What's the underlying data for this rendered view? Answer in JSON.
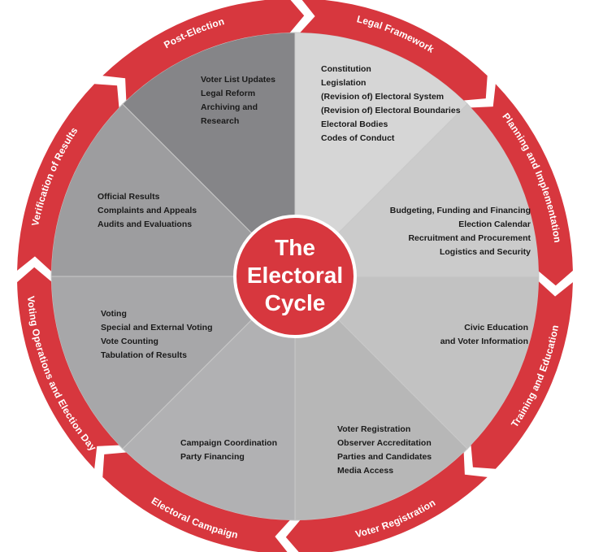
{
  "center": {
    "title_lines": [
      "The",
      "Electoral",
      "Cycle"
    ]
  },
  "colors": {
    "ring": "#d7373e",
    "center_fill": "#d7373e",
    "center_stroke": "#ffffff",
    "divider": "#c9c9c9"
  },
  "stages": [
    {
      "id": "legal-framework",
      "name": "Legal Framework",
      "fill": "#d6d6d6",
      "items": [
        "Constitution",
        "Legislation",
        "(Revision of) Electoral System",
        "(Revision of) Electoral Boundaries",
        "Electoral Bodies",
        "Codes of Conduct"
      ]
    },
    {
      "id": "planning-and-implementation",
      "name": "Planning and Implementation",
      "fill": "#cbcbcb",
      "items": [
        "Budgeting, Funding and Financing",
        "Election Calendar",
        "Recruitment and Procurement",
        "Logistics and Security"
      ]
    },
    {
      "id": "training-and-education",
      "name": "Training and Education",
      "fill": "#c2c2c2",
      "items": [
        "Civic Education",
        "and Voter Information"
      ]
    },
    {
      "id": "voter-registration",
      "name": "Voter Registration",
      "fill": "#b7b7b7",
      "items": [
        "Voter Registration",
        "Observer Accreditation",
        "Parties and Candidates",
        "Media Access"
      ]
    },
    {
      "id": "electoral-campaign",
      "name": "Electoral Campaign",
      "fill": "#b1b1b3",
      "items": [
        "Campaign Coordination",
        "Party Financing"
      ]
    },
    {
      "id": "voting-operations-and-election-day",
      "name": "Voting Operations and Election Day",
      "fill": "#a7a7a9",
      "items": [
        "Voting",
        "Special and External Voting",
        "Vote Counting",
        "Tabulation of Results"
      ]
    },
    {
      "id": "verification-of-results",
      "name": "Verification of Results",
      "fill": "#9d9d9f",
      "items": [
        "Official Results",
        "Complaints and Appeals",
        "Audits and Evaluations"
      ]
    },
    {
      "id": "post-election",
      "name": "Post-Election",
      "fill": "#858588",
      "items": [
        "Voter List Updates",
        "Legal Reform",
        "Archiving and",
        "Research"
      ]
    }
  ]
}
